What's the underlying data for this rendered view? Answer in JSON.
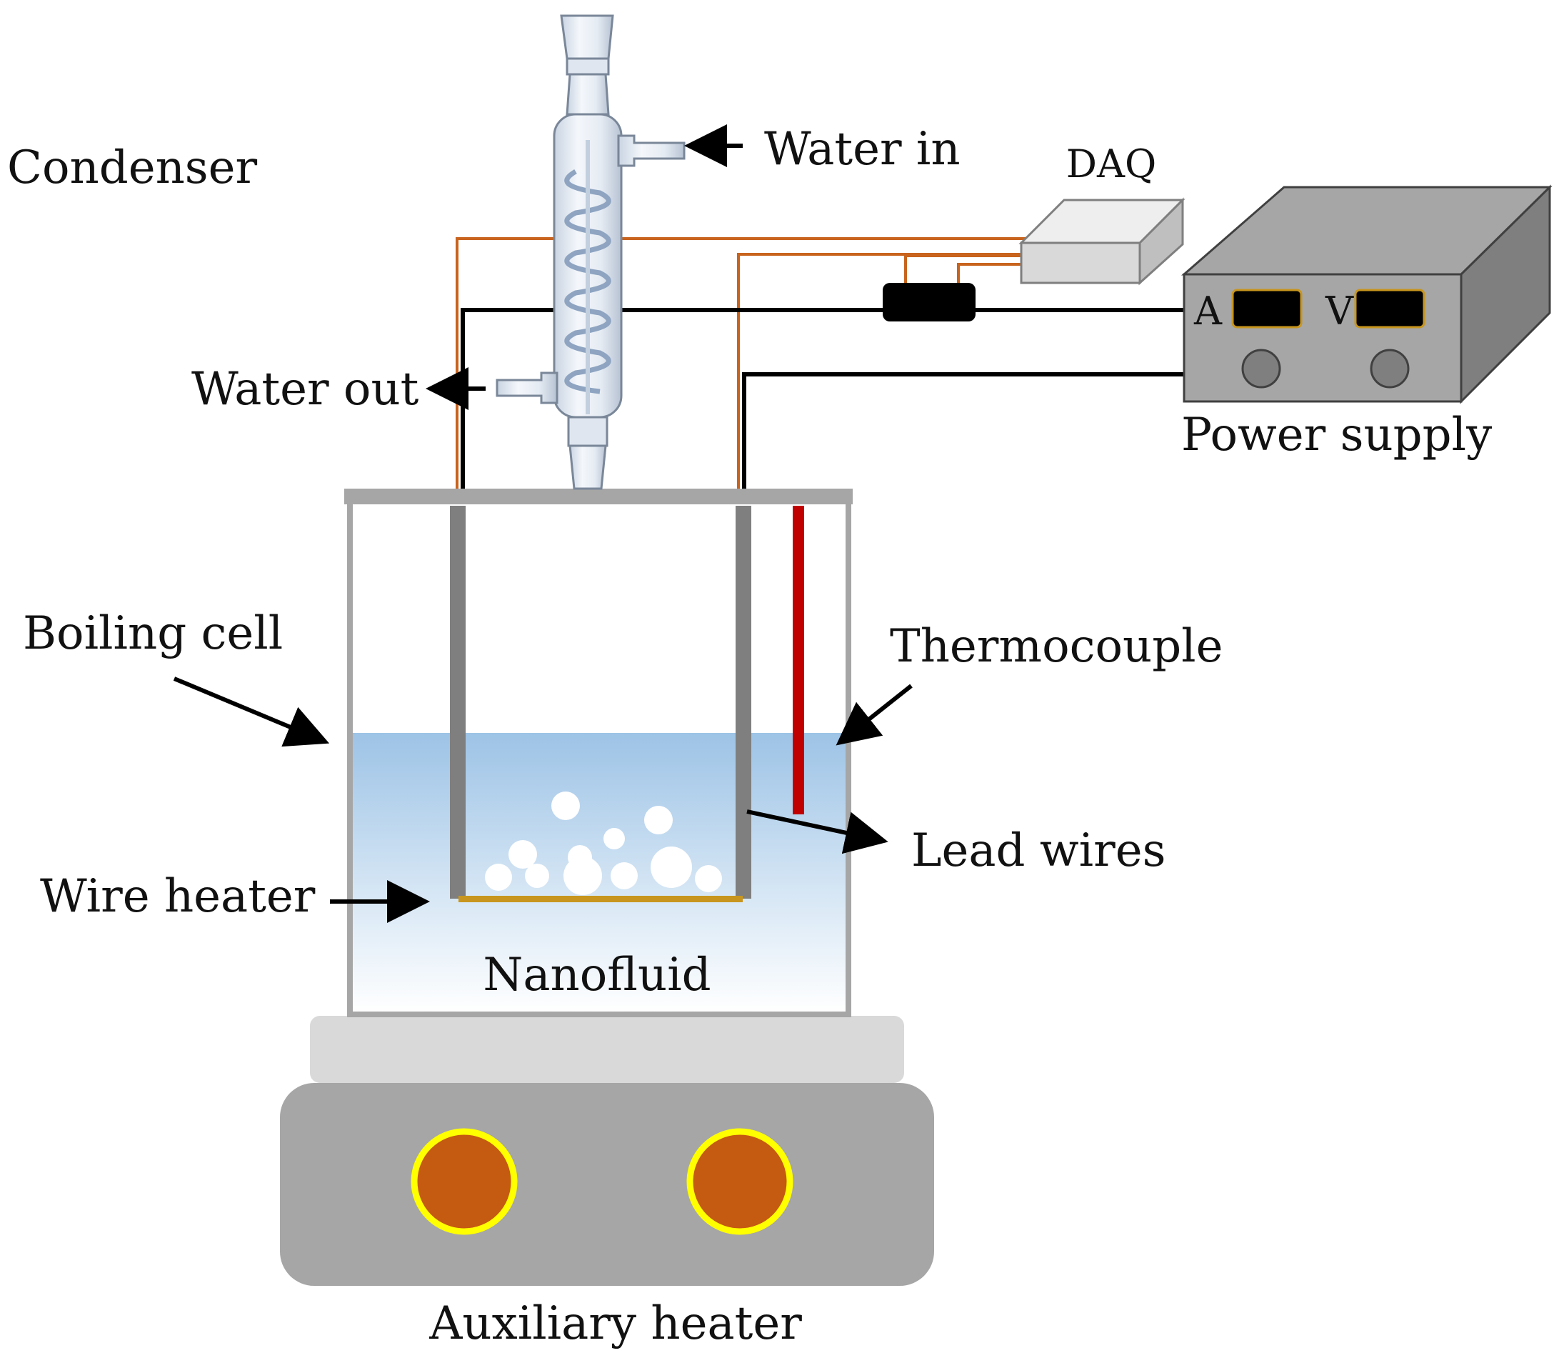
{
  "labels": {
    "condenser": "Condenser",
    "water_in": "Water in",
    "water_out": "Water out",
    "daq": "DAQ",
    "power_supply": "Power supply",
    "ammeter": "A",
    "voltmeter": "V",
    "boiling_cell": "Boiling cell",
    "thermocouple": "Thermocouple",
    "lead_wires": "Lead wires",
    "wire_heater": "Wire heater",
    "nanofluid": "Nanofluid",
    "auxiliary_heater": "Auxiliary heater"
  },
  "colors": {
    "signal_wire": "#c8641e",
    "power_wire": "#000000",
    "liquid_top": "#9dc3e6",
    "thermocouple": "#c00000",
    "wire_heater": "#c8961e",
    "burner": "#c55a11",
    "burner_ring": "#ffff00",
    "device_body": "#a6a6a6",
    "daq_body": "#d9d9d9"
  },
  "icons": {
    "condenser": "coil-condenser-icon",
    "burner": "hot-plate-icon",
    "bubble": "vapor-bubble-icon"
  }
}
